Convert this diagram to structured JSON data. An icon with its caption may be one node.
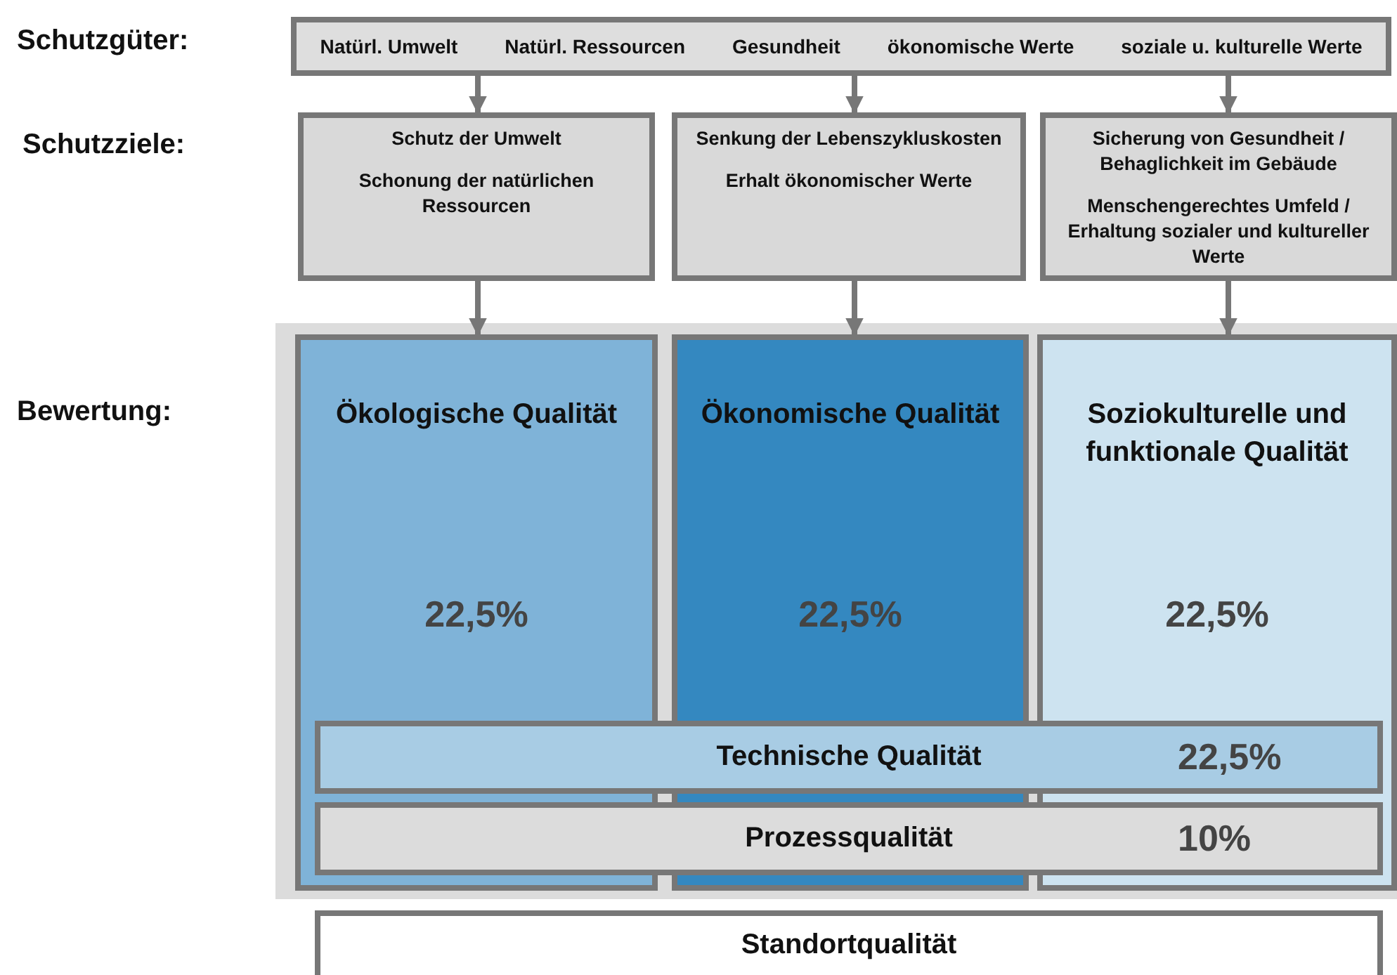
{
  "diagram": {
    "nodes": [
      {
        "text": [
          "Natürl. Umwelt",
          "Natürl. Ressourcen",
          "Gesundheit",
          "ökonomische Werte",
          "soziale u. kulturelle Werte"
        ]
      },
      {
        "text": [
          "Schutz der Umwelt",
          "Schonung der natürlichen Ressourcen"
        ]
      },
      {
        "text": [
          "Senkung der Lebenszykluskosten",
          "Erhalt ökonomischer Werte"
        ]
      },
      {
        "text": [
          "Sicherung von Gesundheit / Behaglichkeit im Gebäude",
          "Menschengerechtes Umfeld / Erhaltung sozialer und kultureller Werte"
        ]
      },
      {
        "text": [
          "Ökologische Qualität",
          "22,5%"
        ]
      },
      {
        "text": [
          "Ökonomische Qualität",
          "22,5%"
        ]
      },
      {
        "text": [
          "Soziokulturelle und funktionale Qualität",
          "22,5%"
        ]
      },
      {
        "text": [
          "Technische Qualität",
          "22,5%"
        ]
      },
      {
        "text": [
          "Prozessqualität",
          "10%"
        ]
      },
      {
        "text": [
          "Standortqualität"
        ]
      }
    ],
    "edges": [
      {
        "from": 0,
        "to": 1,
        "arrow": "to"
      },
      {
        "from": 0,
        "to": 2,
        "arrow": "to"
      },
      {
        "from": 0,
        "to": 3,
        "arrow": "to"
      },
      {
        "from": 1,
        "to": 4,
        "arrow": "to"
      },
      {
        "from": 2,
        "to": 5,
        "arrow": "to"
      },
      {
        "from": 3,
        "to": 6,
        "arrow": "to"
      }
    ],
    "labels": [
      "Schutzgüter:",
      "Schutzziele:",
      "Bewertung:"
    ]
  }
}
